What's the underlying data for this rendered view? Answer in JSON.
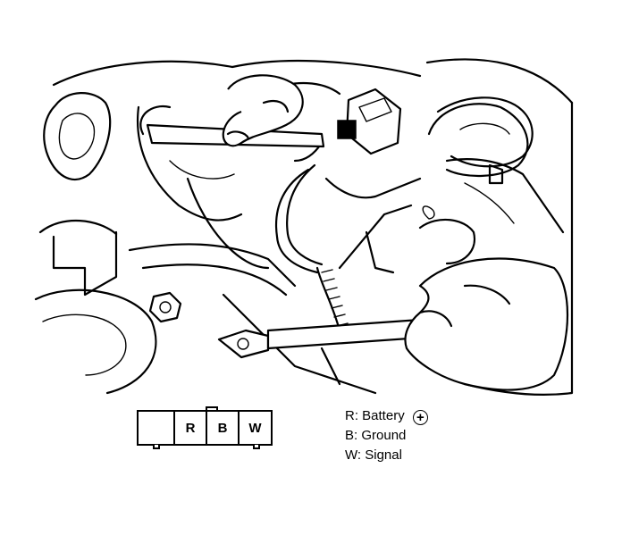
{
  "connector": {
    "terminals": [
      "",
      "R",
      "B",
      "W"
    ]
  },
  "legend": [
    {
      "code": "R:",
      "label": "Battery",
      "icon": "plus-circle-icon"
    },
    {
      "code": "B:",
      "label": "Ground"
    },
    {
      "code": "W:",
      "label": "Signal"
    }
  ],
  "symbols": {
    "plus": "+"
  }
}
